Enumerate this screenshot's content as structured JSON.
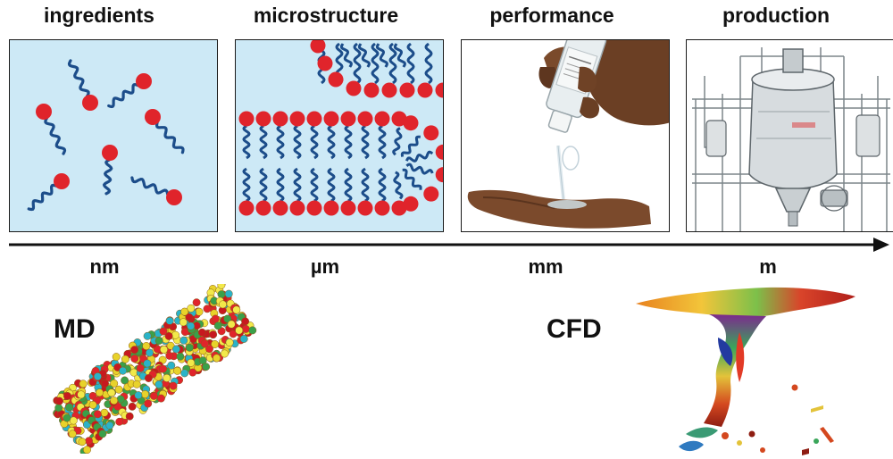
{
  "headings": {
    "ingredients": "ingredients",
    "microstructure": "microstructure",
    "performance": "performance",
    "production": "production"
  },
  "scales": {
    "nm": "nm",
    "um": "µm",
    "mm": "mm",
    "m": "m"
  },
  "methods": {
    "md": "MD",
    "cfd": "CFD"
  },
  "colors": {
    "panel_fill": "#cde9f6",
    "head_group": "#e0242b",
    "tail": "#1c4d8a",
    "axis": "#111111"
  },
  "icons": {
    "performance_panel": "hand-pouring-liquid-icon",
    "production_panel": "industrial-mixing-vessel-icon"
  }
}
